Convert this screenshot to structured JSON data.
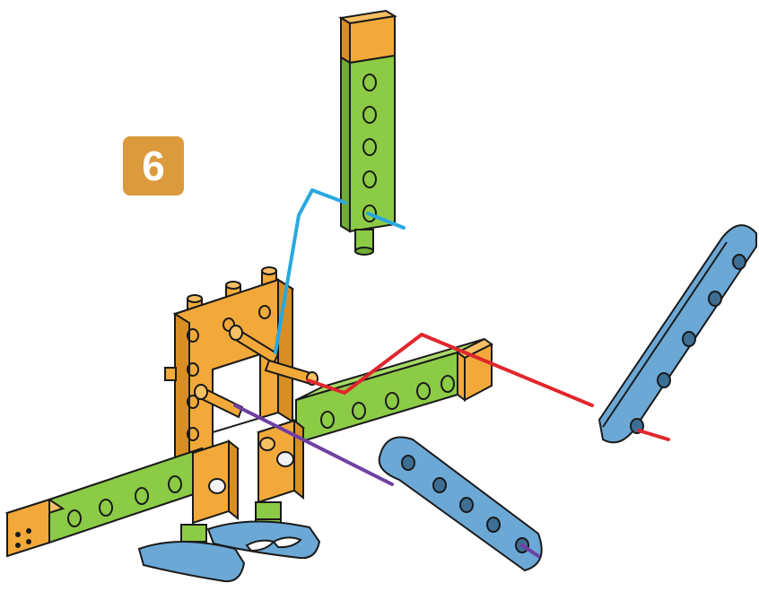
{
  "step": {
    "number": "6"
  },
  "colors": {
    "badge": "#DB9A3C",
    "orange_part": "#F2A93A",
    "green_part": "#8CCB46",
    "blue_part": "#6BA8D6",
    "light_blue_part": "#79B3DE",
    "outline": "#1a1a1a",
    "guide_cyan": "#2AA8E0",
    "guide_red": "#E0262C",
    "guide_purple": "#6F3FA3"
  },
  "parts": [
    {
      "name": "vertical-green-rod",
      "icon": "beam-icon",
      "holes": 5
    },
    {
      "name": "horizontal-green-rod",
      "icon": "beam-icon",
      "holes": 10
    },
    {
      "name": "orange-frame",
      "icon": "frame-icon",
      "holes": 6
    },
    {
      "name": "blue-arm-right",
      "icon": "link-icon",
      "holes": 5
    },
    {
      "name": "blue-arm-bottom",
      "icon": "link-icon",
      "holes": 5
    },
    {
      "name": "blue-feet",
      "icon": "foot-icon",
      "holes": 0
    }
  ],
  "guides": [
    "cyan",
    "red",
    "purple"
  ]
}
